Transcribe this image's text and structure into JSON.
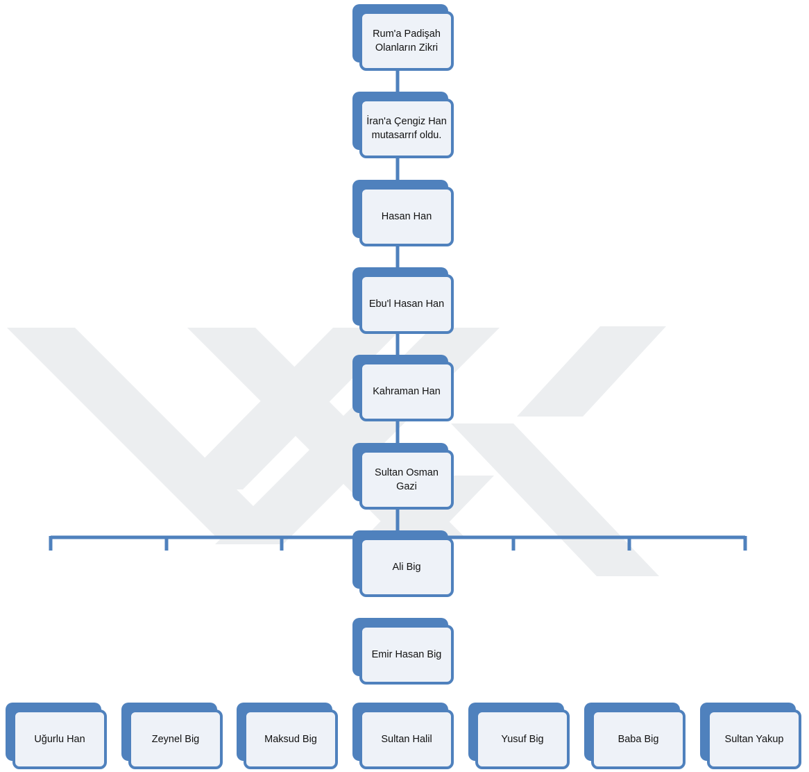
{
  "colors": {
    "box": "#4f81bd",
    "fill": "#eef2f8",
    "line": "#4f81bd",
    "watermark": "#eceef0"
  },
  "chain": [
    {
      "id": "n1",
      "label": "Rum'a Padişah Olanların Zikri"
    },
    {
      "id": "n2",
      "label": "İran'a Çengiz Han mutasarrıf oldu."
    },
    {
      "id": "n3",
      "label": "Hasan Han"
    },
    {
      "id": "n4",
      "label": "Ebu'l Hasan Han"
    },
    {
      "id": "n5",
      "label": "Kahraman Han"
    },
    {
      "id": "n6",
      "label": "Sultan Osman Gazi"
    },
    {
      "id": "n7",
      "label": "Ali Big"
    },
    {
      "id": "n8",
      "label": "Emir Hasan Big"
    }
  ],
  "children": [
    {
      "id": "c1",
      "label": "Uğurlu Han"
    },
    {
      "id": "c2",
      "label": "Zeynel Big"
    },
    {
      "id": "c3",
      "label": "Maksud Big"
    },
    {
      "id": "c4",
      "label": "Sultan Halil"
    },
    {
      "id": "c5",
      "label": "Yusuf Big"
    },
    {
      "id": "c6",
      "label": "Baba Big"
    },
    {
      "id": "c7",
      "label": "Sultan Yakup"
    }
  ]
}
